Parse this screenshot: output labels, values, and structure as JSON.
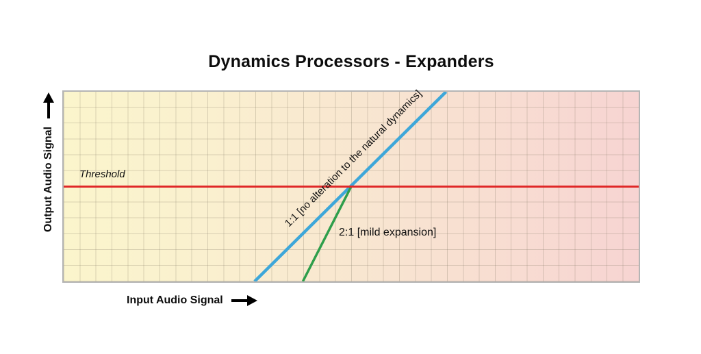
{
  "title": "Dynamics Processors - Expanders",
  "colors": {
    "threshold_red": "#e02828",
    "ratio_1to1_blue": "#3ea7d9",
    "ratio_2to1_green": "#2e9e4b",
    "plot_bg_left_yellow": "#fbf5cc",
    "plot_bg_right_pink": "#f7d4d2",
    "grid_line": "rgba(125,115,95,0.27)",
    "plot_border": "#b5b5b5",
    "text": "#0d0d0d"
  },
  "chart_data": {
    "type": "line",
    "title": "Dynamics Processors - Expanders",
    "xlabel": "Input Audio Signal",
    "ylabel": "Output Audio Signal",
    "xlim": [
      0,
      100
    ],
    "ylim": [
      0,
      100
    ],
    "grid": true,
    "grid_cols": 36,
    "grid_rows": 12,
    "tick_labels": "none (conceptual diagram, relative signal level)",
    "legend_position": "inline labels on lines",
    "series": [
      {
        "name": "ratio-1to1",
        "label": "1:1 [no alteration to the natural dynamics]",
        "color": "#3ea7d9",
        "width": 4.5,
        "points": [
          [
            33.2,
            0
          ],
          [
            66.5,
            100
          ]
        ]
      },
      {
        "name": "ratio-2to1",
        "label": "2:1 [mild expansion]",
        "color": "#2e9e4b",
        "width": 3.5,
        "points": [
          [
            41.6,
            0
          ],
          [
            50,
            50
          ]
        ]
      },
      {
        "name": "threshold",
        "label": "Threshold",
        "color": "#e02828",
        "width": 3,
        "points": [
          [
            0,
            50
          ],
          [
            100,
            50
          ]
        ]
      }
    ],
    "annotations": [
      {
        "text": "Threshold",
        "style": "italic",
        "anchor": "above threshold line, left side"
      },
      {
        "text": "1:1 [no alteration to the natural dynamics]",
        "rotation_deg": -45,
        "anchor": "along 1:1 line"
      },
      {
        "text": "2:1 [mild expansion]",
        "rotation_deg": 0,
        "anchor": "right of 2:1 line, below threshold"
      }
    ]
  },
  "icons": {
    "up_arrow": "up-arrow-icon",
    "right_arrow": "right-arrow-icon"
  }
}
